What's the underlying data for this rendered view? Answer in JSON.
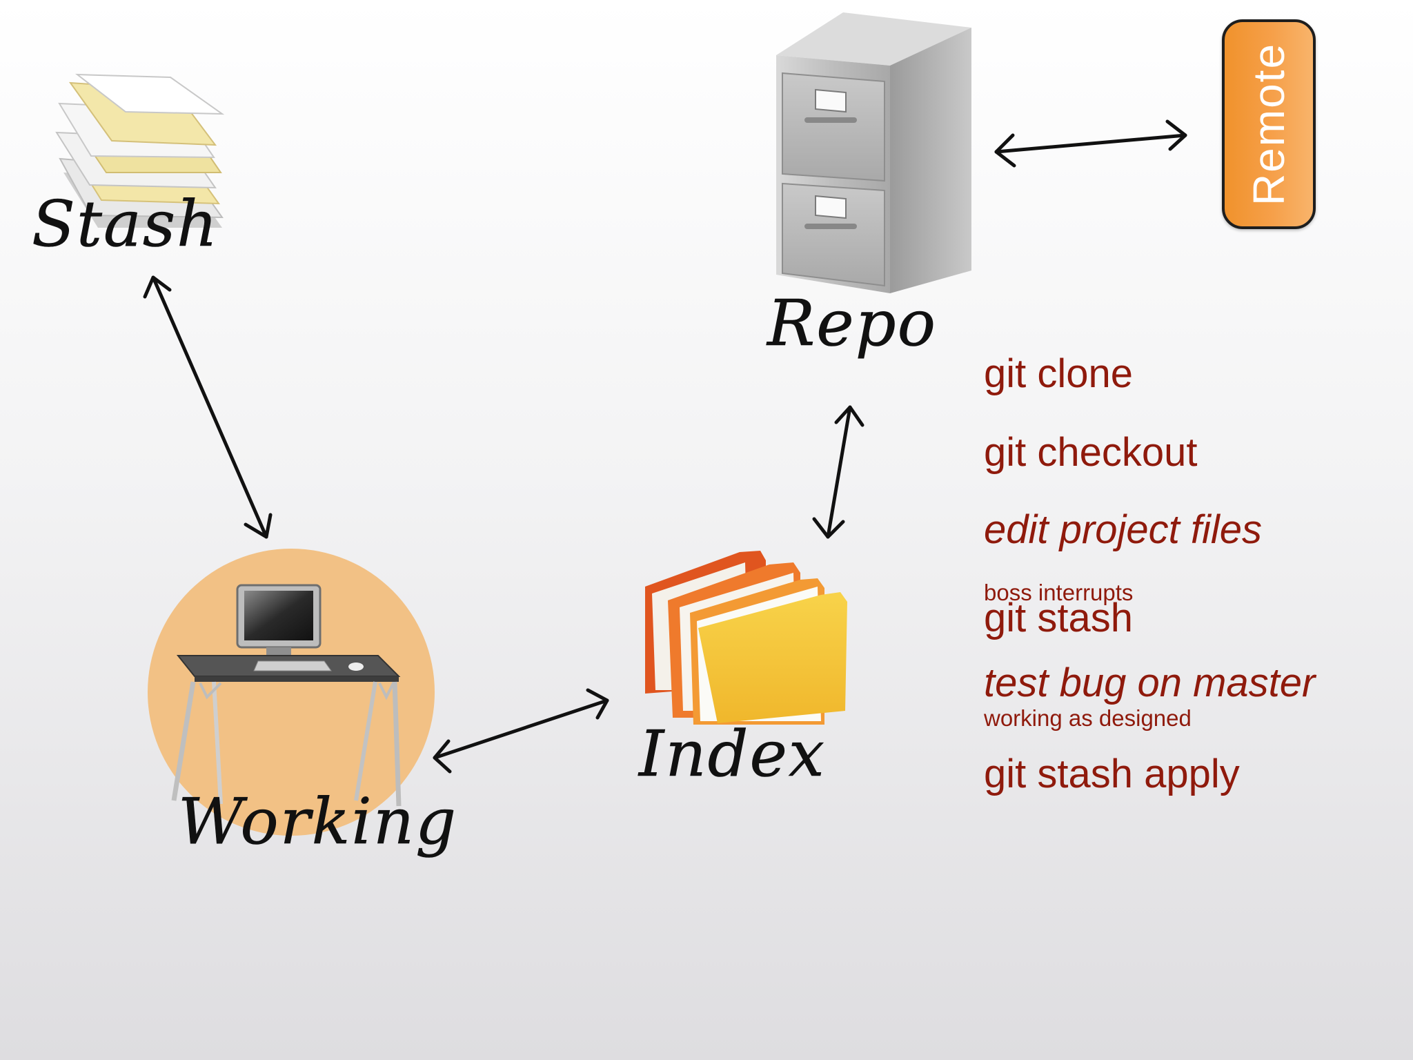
{
  "nodes": {
    "stash": "Stash",
    "repo": "Repo",
    "working": "Working",
    "index": "Index",
    "remote": "Remote"
  },
  "steps": [
    {
      "text": "git clone",
      "style": "command"
    },
    {
      "text": "git checkout",
      "style": "command"
    },
    {
      "text": "edit project files",
      "style": "action"
    },
    {
      "text": "boss interrupts",
      "style": "note"
    },
    {
      "text": "git stash",
      "style": "command"
    },
    {
      "text": "test bug on master",
      "style": "action"
    },
    {
      "text": "working as designed",
      "style": "note"
    },
    {
      "text": "git stash apply",
      "style": "command"
    }
  ],
  "colors": {
    "command_text": "#8f1a0c",
    "remote_fill": "#f39a3b",
    "working_circle": "#f2c185",
    "arrow": "#111111"
  },
  "icons": {
    "stash": "paper-stack-icon",
    "repo": "filing-cabinet-icon",
    "working": "desk-computer-icon",
    "index": "folders-icon"
  }
}
